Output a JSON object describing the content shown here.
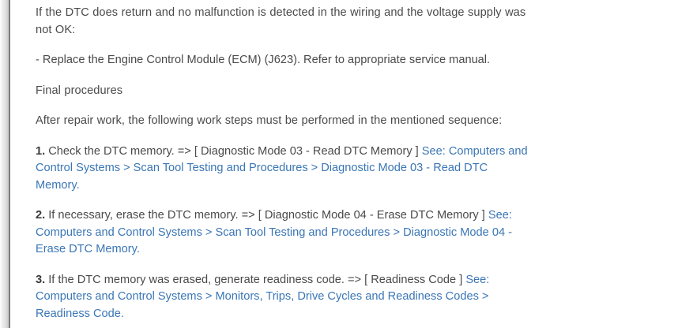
{
  "document": {
    "paragraphs": {
      "condition_intro": "If the DTC does return and no malfunction is detected in the wiring and the voltage supply was not OK:",
      "replace_action": "-  Replace the Engine Control Module (ECM) (J623). Refer to appropriate service manual.",
      "final_procedures_heading": "Final procedures",
      "sequence_intro": "After repair work, the following work steps must be performed in the mentioned sequence:"
    },
    "steps": [
      {
        "number": "1.",
        "text": " Check the DTC memory. => [ Diagnostic Mode 03 - Read DTC Memory ] ",
        "link": "See: Computers and Control Systems > Scan Tool Testing and Procedures > Diagnostic Mode 03 - Read DTC Memory."
      },
      {
        "number": "2.",
        "text": " If necessary, erase the DTC memory. => [ Diagnostic Mode 04 - Erase DTC Memory ] ",
        "link": "See: Computers and Control Systems > Scan Tool Testing and Procedures > Diagnostic Mode 04 - Erase DTC Memory."
      },
      {
        "number": "3.",
        "text": " If the DTC memory was erased, generate readiness code. => [ Readiness Code ] ",
        "link": "See: Computers and Control Systems > Monitors, Trips, Drive Cycles and Readiness Codes > Readiness Code."
      }
    ],
    "colors": {
      "body_text": "#4a4a4a",
      "bold_text": "#3a3a3a",
      "link": "#3a76b5",
      "background": "#ffffff",
      "gutter_divider": "#7d7d7d"
    }
  }
}
